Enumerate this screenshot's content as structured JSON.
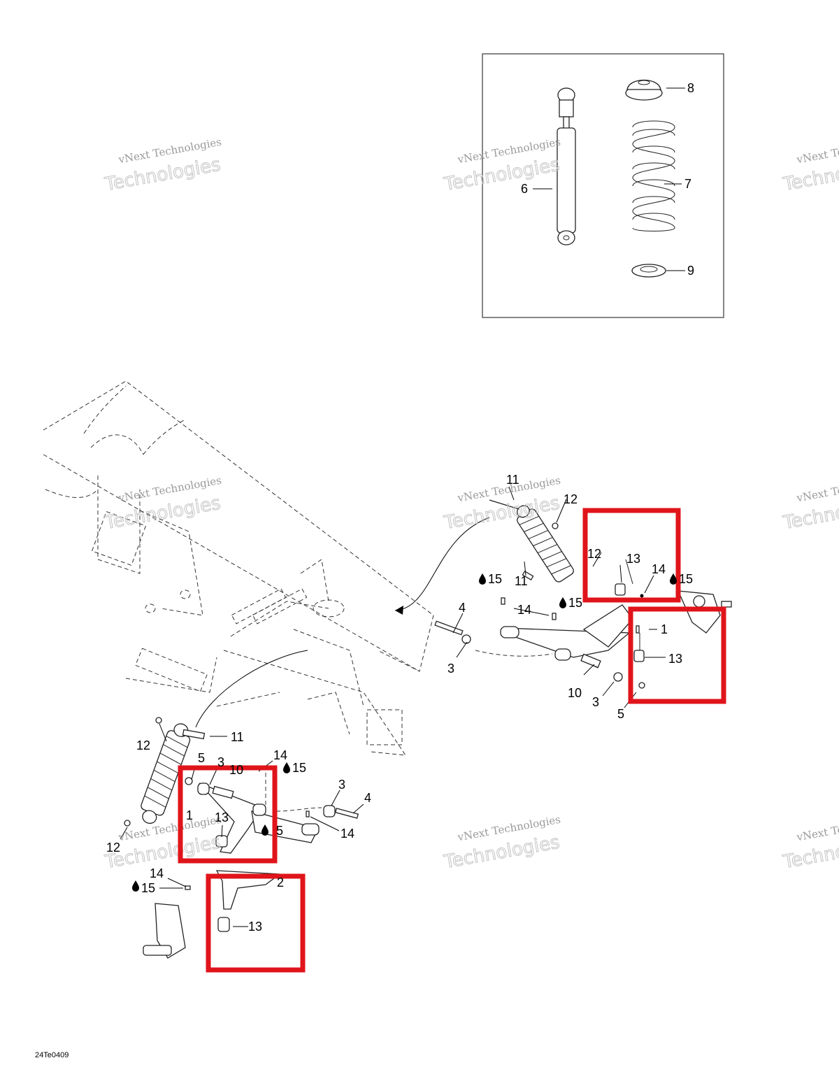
{
  "figure_ref": "24Te0409",
  "watermark": {
    "line1": "vNext Technologies",
    "line2": "Technologies"
  },
  "highlight_color": "#e0141b",
  "callouts": {
    "c1a": "1",
    "c1b": "1",
    "c2": "2",
    "c3a": "3",
    "c3b": "3",
    "c3c": "3",
    "c3d": "3",
    "c4a": "4",
    "c4b": "4",
    "c5a": "5",
    "c5b": "5",
    "c5c": "5",
    "c6": "6",
    "c7": "7",
    "c8": "8",
    "c9": "9",
    "c10a": "10",
    "c10b": "10",
    "c11a": "11",
    "c11b": "11",
    "c11c": "11",
    "c12a": "12",
    "c12b": "12",
    "c12c": "12",
    "c12d": "12",
    "c13a": "13",
    "c13b": "13",
    "c13c": "13",
    "c13d": "13",
    "c14a": "14",
    "c14b": "14",
    "c14c": "14",
    "c14d": "14",
    "c14e": "14",
    "c15a": "15",
    "c15b": "15",
    "c15c": "15",
    "c15d": "15",
    "c15e": "15"
  }
}
